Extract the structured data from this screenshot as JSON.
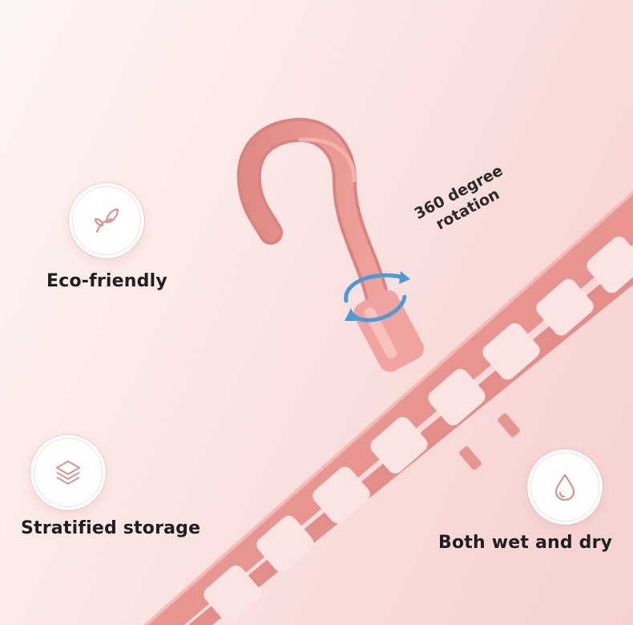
{
  "features": [
    {
      "label": "Eco-friendly",
      "icon": "leaf-icon"
    },
    {
      "label": "Stratified storage",
      "icon": "layers-icon"
    },
    {
      "label": "Both wet and dry",
      "icon": "water-drop-icon"
    }
  ],
  "rotation": {
    "line1": "360 degree",
    "line2": "rotation"
  },
  "colors": {
    "background": "#f8dcda",
    "hanger": "#e9928e",
    "hanger_dark": "#d97f7c",
    "arrow": "#4a9bd6",
    "icon_stroke": "#d9938f",
    "text": "#1f1f1f"
  }
}
